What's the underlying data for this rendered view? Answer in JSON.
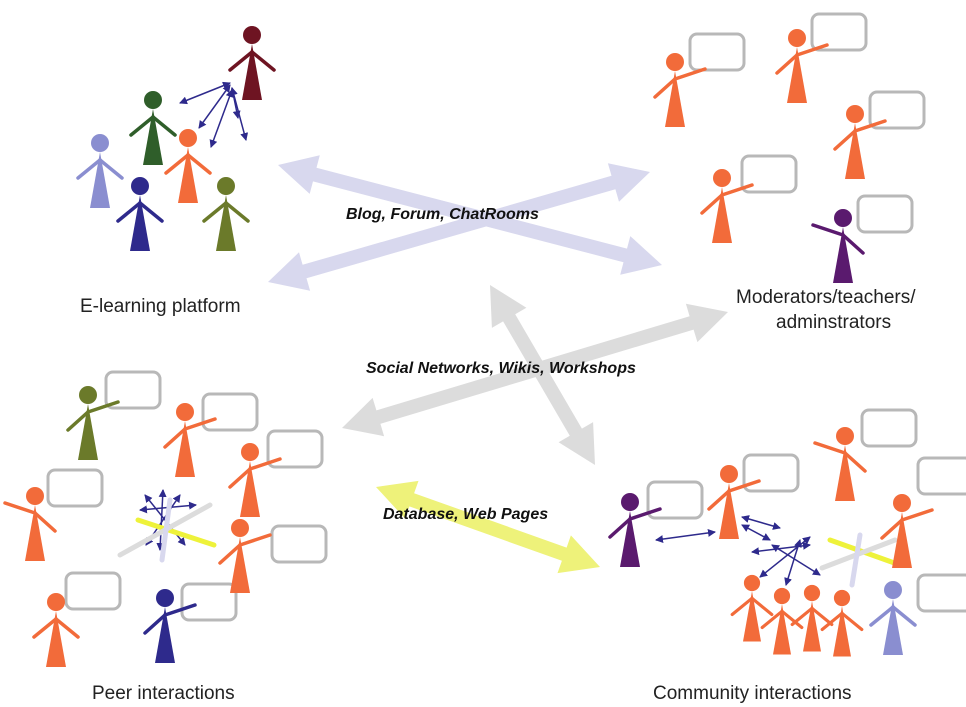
{
  "groups": {
    "elearning": "E-learning platform",
    "moderators_line1": "Moderators/teachers/",
    "moderators_line2": "adminstrators",
    "peer": "Peer interactions",
    "community": "Community interactions"
  },
  "connections": {
    "blog": "Blog, Forum, ChatRooms",
    "social": "Social Networks, Wikis, Workshops",
    "database": "Database, Web Pages"
  },
  "colors": {
    "orange": "#f26b3a",
    "purple": "#5a1a6e",
    "navy": "#2e2a8c",
    "green": "#2f5e2a",
    "olive": "#6b7a2a",
    "lavender": "#8a8ed0",
    "maroon": "#6e1422",
    "arrow_lavender": "#d8d8ee",
    "arrow_gray": "#dcdcdc",
    "arrow_yellow": "#eef27a",
    "bubble": "#b8b8b8",
    "small_arrow": "#2e2a8c"
  }
}
